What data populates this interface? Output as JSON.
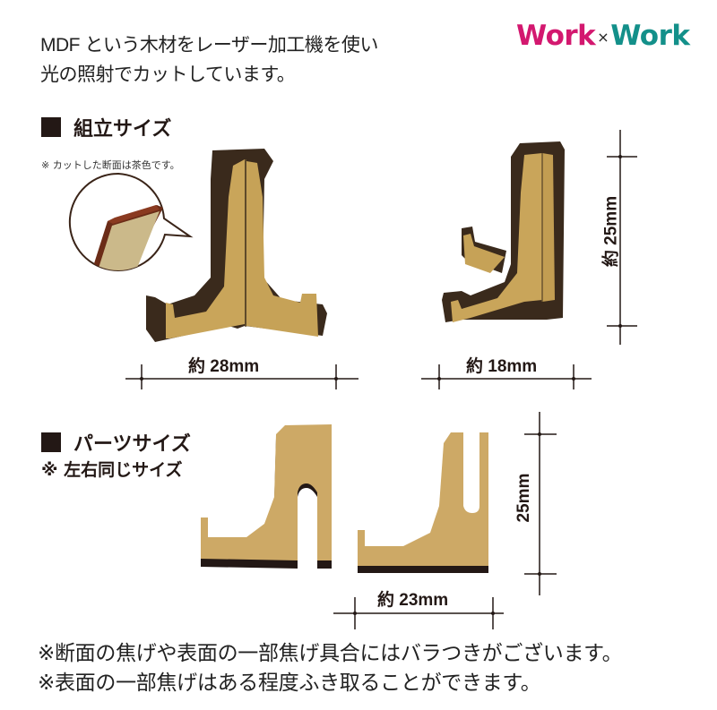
{
  "intro": {
    "line1": "MDF という木材をレーザー加工機を使い",
    "line2": "光の照射でカットしています。"
  },
  "logo": {
    "left": "Work",
    "separator": "×",
    "right": "Work",
    "colors": {
      "left": "#d3186f",
      "right": "#13908a"
    }
  },
  "assembled": {
    "heading": "組立サイズ",
    "cut_note": "※ カットした断面は茶色です。",
    "width_front": "約 28mm",
    "width_side": "約 18mm",
    "height": "約 25mm"
  },
  "parts": {
    "heading": "パーツサイズ",
    "subnote": "※ 左右同じサイズ",
    "height": "25mm",
    "width": "約 23mm"
  },
  "footer": {
    "line1": "※断面の焦げや表面の一部焦げ具合にはバラつきがございます。",
    "line2": "※表面の一部焦げはある程度ふき取ることができます。"
  },
  "colors": {
    "mdf_face": "#c9a55a",
    "mdf_edge": "#3a2a1c",
    "dim_line": "#231815"
  }
}
